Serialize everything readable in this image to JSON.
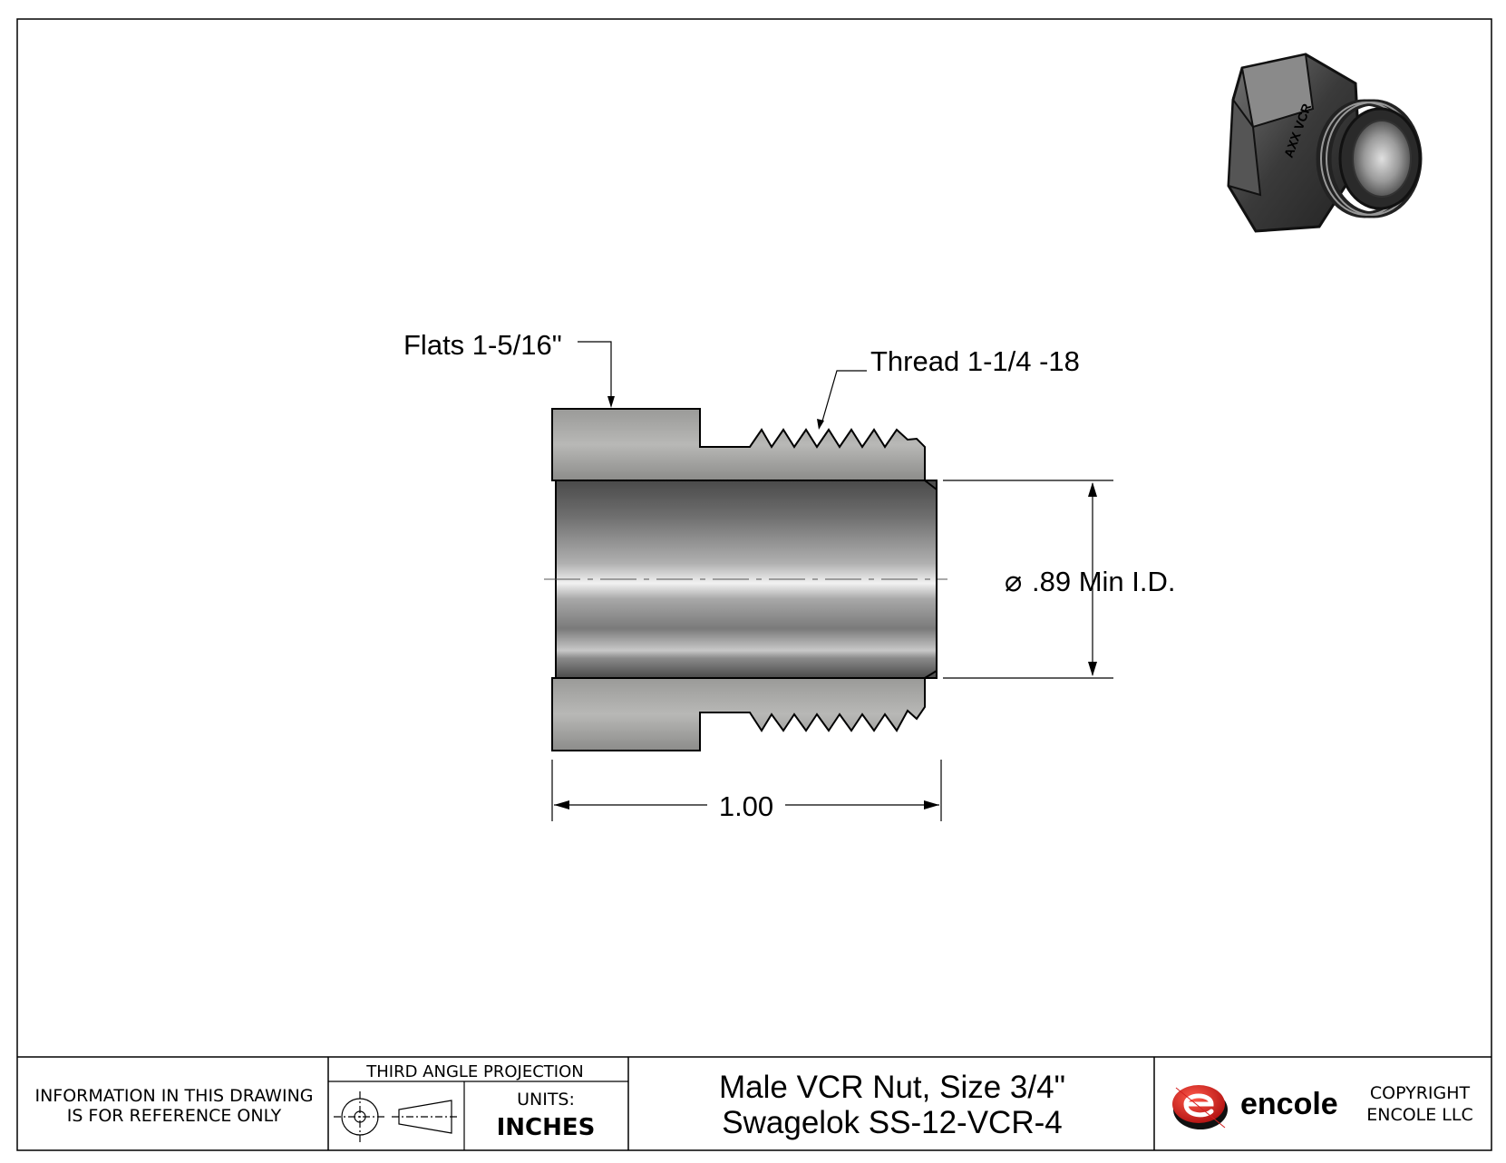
{
  "drawing": {
    "callouts": {
      "flats": "Flats 1-5/16\"",
      "thread": "Thread 1-1/4 -18",
      "inner_diameter_symbol": "⌀",
      "inner_diameter": ".89 Min I.D.",
      "length": "1.00"
    }
  },
  "iso_view": {
    "marking": "AXX VCR"
  },
  "title_block": {
    "disclaimer_line1": "INFORMATION IN THIS DRAWING",
    "disclaimer_line2": "IS FOR REFERENCE ONLY",
    "projection_label": "THIRD ANGLE PROJECTION",
    "units_label": "UNITS:",
    "units_value": "INCHES",
    "title_line1": "Male VCR Nut, Size 3/4\"",
    "title_line2": "Swagelok SS-12-VCR-4",
    "brand_name": "encole",
    "copyright_line1": "COPYRIGHT",
    "copyright_line2": "ENCOLE  LLC",
    "brand_color": "#d42020"
  }
}
